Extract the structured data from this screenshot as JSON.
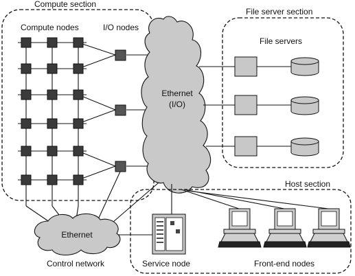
{
  "labels": {
    "compute_section": "Compute section",
    "compute_nodes": "Compute nodes",
    "io_nodes": "I/O nodes",
    "file_server_section": "File server section",
    "file_servers": "File servers",
    "ethernet_io_line1": "Ethernet",
    "ethernet_io_line2": "(I/O)",
    "host_section": "Host section",
    "ethernet_control": "Ethernet",
    "control_network": "Control network",
    "service_node": "Service node",
    "front_end_nodes": "Front-end nodes"
  },
  "colors": {
    "node_fill": "#3a3a3a",
    "cloud_fill": "#c9c9c9",
    "storage_fill": "#c8c8c8"
  }
}
